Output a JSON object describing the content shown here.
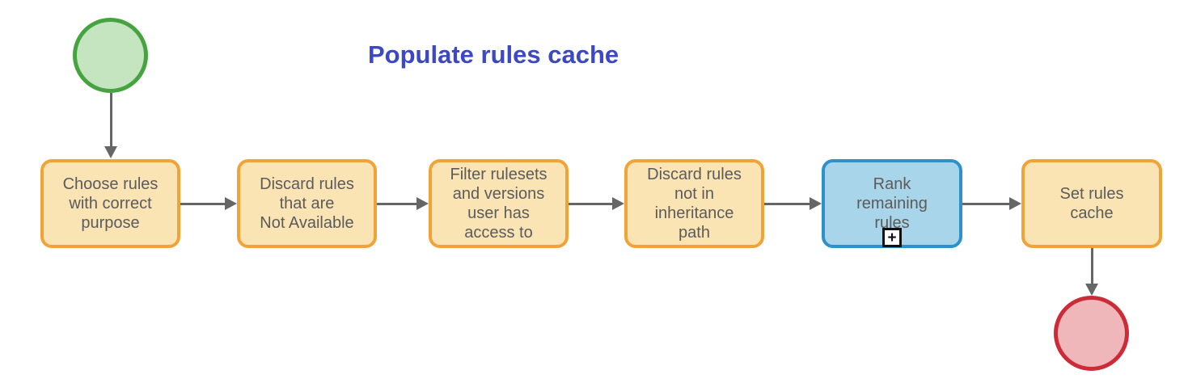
{
  "diagram": {
    "title": "Populate rules cache",
    "type": "flowchart",
    "nodes": [
      {
        "id": "start",
        "kind": "start-event",
        "shape": "circle",
        "label": ""
      },
      {
        "id": "choose-rules",
        "kind": "task",
        "label": "Choose rules\nwith correct\npurpose"
      },
      {
        "id": "discard-unavailable",
        "kind": "task",
        "label": "Discard rules\nthat are\nNot Available"
      },
      {
        "id": "filter-rulesets",
        "kind": "task",
        "label": "Filter rulesets\nand versions\nuser has\naccess to"
      },
      {
        "id": "discard-not-inheritance",
        "kind": "task",
        "label": "Discard rules\nnot in\ninheritance\npath"
      },
      {
        "id": "rank-remaining",
        "kind": "subprocess",
        "label": "Rank\nremaining\nrules",
        "marker_glyph": "+"
      },
      {
        "id": "set-cache",
        "kind": "task",
        "label": "Set rules\ncache"
      },
      {
        "id": "end",
        "kind": "end-event",
        "shape": "circle",
        "label": ""
      }
    ],
    "edges": [
      {
        "from": "start",
        "to": "choose-rules"
      },
      {
        "from": "choose-rules",
        "to": "discard-unavailable"
      },
      {
        "from": "discard-unavailable",
        "to": "filter-rulesets"
      },
      {
        "from": "filter-rulesets",
        "to": "discard-not-inheritance"
      },
      {
        "from": "discard-not-inheritance",
        "to": "rank-remaining"
      },
      {
        "from": "rank-remaining",
        "to": "set-cache"
      },
      {
        "from": "set-cache",
        "to": "end"
      }
    ],
    "icons": {
      "subprocess_marker": "plus-icon"
    },
    "colors": {
      "title": "#3d49c4",
      "task_border": "#f2a338",
      "task_fill": "#fbe4b4",
      "task_text": "#5b5b5b",
      "subprocess_border": "#2d91cb",
      "subprocess_fill": "#a9d5ea",
      "start_border": "#45a440",
      "start_fill": "#c5e5c1",
      "end_border": "#ce2b38",
      "end_fill": "#efb7ba",
      "arrow": "#666666"
    }
  }
}
